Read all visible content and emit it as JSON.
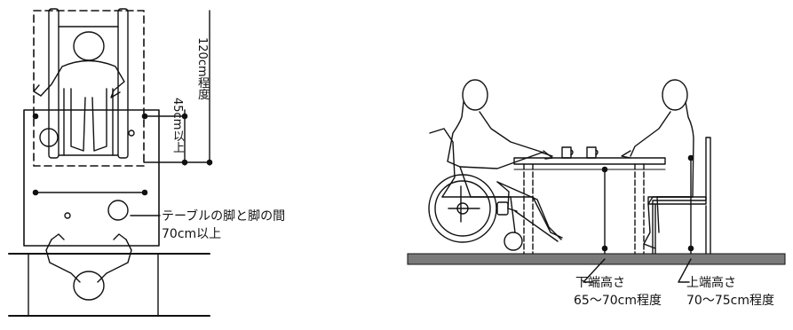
{
  "plan": {
    "dimensions": {
      "total": "120cm程度",
      "near": "45cm以上"
    },
    "leg_gap": {
      "line1": "テーブルの脚と脚の間",
      "line2": "70cm以上"
    }
  },
  "elevation": {
    "lower_edge": {
      "title": "下端高さ",
      "range": "65～70cm程度"
    },
    "upper_edge": {
      "title": "上端高さ",
      "range": "70～75cm程度"
    }
  }
}
